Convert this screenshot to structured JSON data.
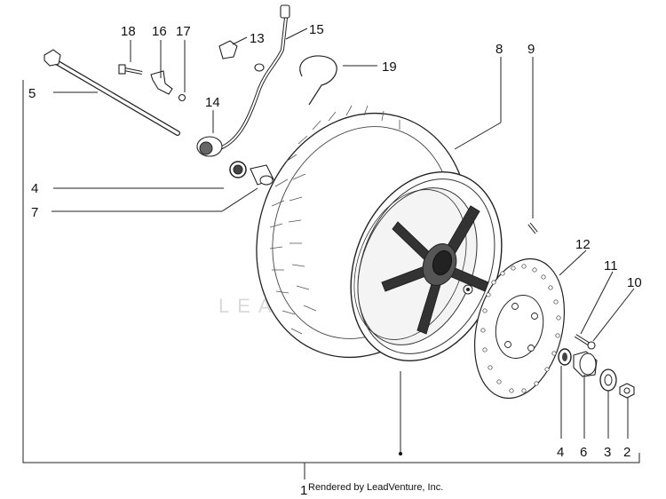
{
  "callouts": {
    "c1": "1",
    "c2": "2",
    "c3": "3",
    "c4a": "4",
    "c4b": "4",
    "c5": "5",
    "c6": "6",
    "c7": "7",
    "c8": "8",
    "c9": "9",
    "c10": "10",
    "c11": "11",
    "c12": "12",
    "c13": "13",
    "c14": "14",
    "c15": "15",
    "c16": "16",
    "c17": "17",
    "c18": "18",
    "c19": "19"
  },
  "footer": {
    "credit": "Rendered by LeadVenture, Inc."
  },
  "watermark": {
    "logo_text": "LEADVENTURE"
  }
}
